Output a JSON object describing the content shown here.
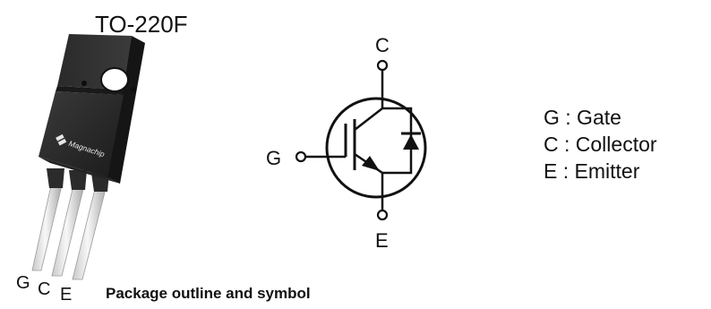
{
  "package": {
    "title": "TO-220F",
    "brand": "Magnachip",
    "lead_labels": [
      "G",
      "C",
      "E"
    ],
    "caption": "Package outline and symbol"
  },
  "symbol": {
    "pin_c": "C",
    "pin_g": "G",
    "pin_e": "E"
  },
  "legend": [
    "G : Gate",
    "C : Collector",
    "E : Emitter"
  ]
}
